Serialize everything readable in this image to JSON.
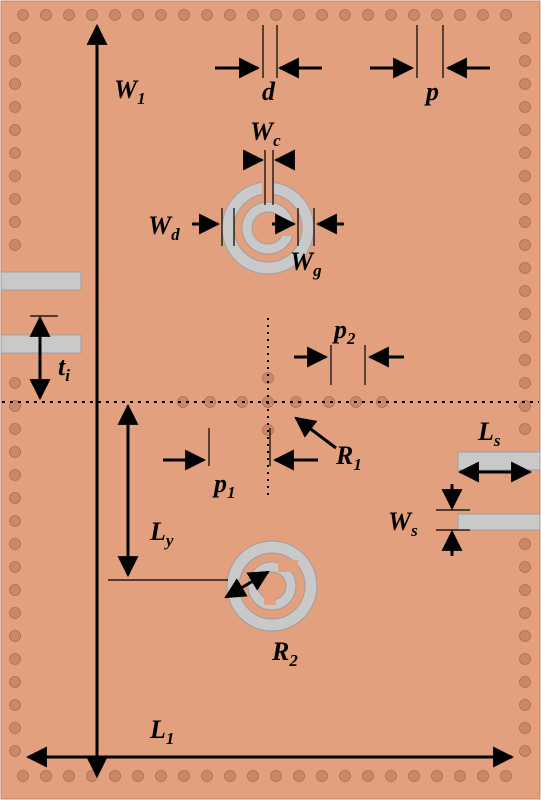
{
  "colors": {
    "substrate": "#E3A07E",
    "substrate_edge": "#C98863",
    "via": "#C98866",
    "via_edge": "#AC6E4F",
    "metal": "#C9C9CA",
    "metal_edge": "#9E9E9E",
    "ink": "#000000"
  },
  "labels": {
    "W1": {
      "main": "W",
      "sub": "1"
    },
    "d": {
      "main": "d",
      "sub": ""
    },
    "p": {
      "main": "p",
      "sub": ""
    },
    "Wc": {
      "main": "W",
      "sub": "c"
    },
    "Wd": {
      "main": "W",
      "sub": "d"
    },
    "Wg": {
      "main": "W",
      "sub": "g"
    },
    "p2": {
      "main": "p",
      "sub": "2"
    },
    "ti": {
      "main": "t",
      "sub": "i"
    },
    "Ls": {
      "main": "L",
      "sub": "s"
    },
    "R1": {
      "main": "R",
      "sub": "1"
    },
    "p1": {
      "main": "p",
      "sub": "1"
    },
    "Ws": {
      "main": "W",
      "sub": "s"
    },
    "Ly": {
      "main": "L",
      "sub": "y"
    },
    "R2": {
      "main": "R",
      "sub": "2"
    },
    "L1": {
      "main": "L",
      "sub": "1"
    }
  }
}
